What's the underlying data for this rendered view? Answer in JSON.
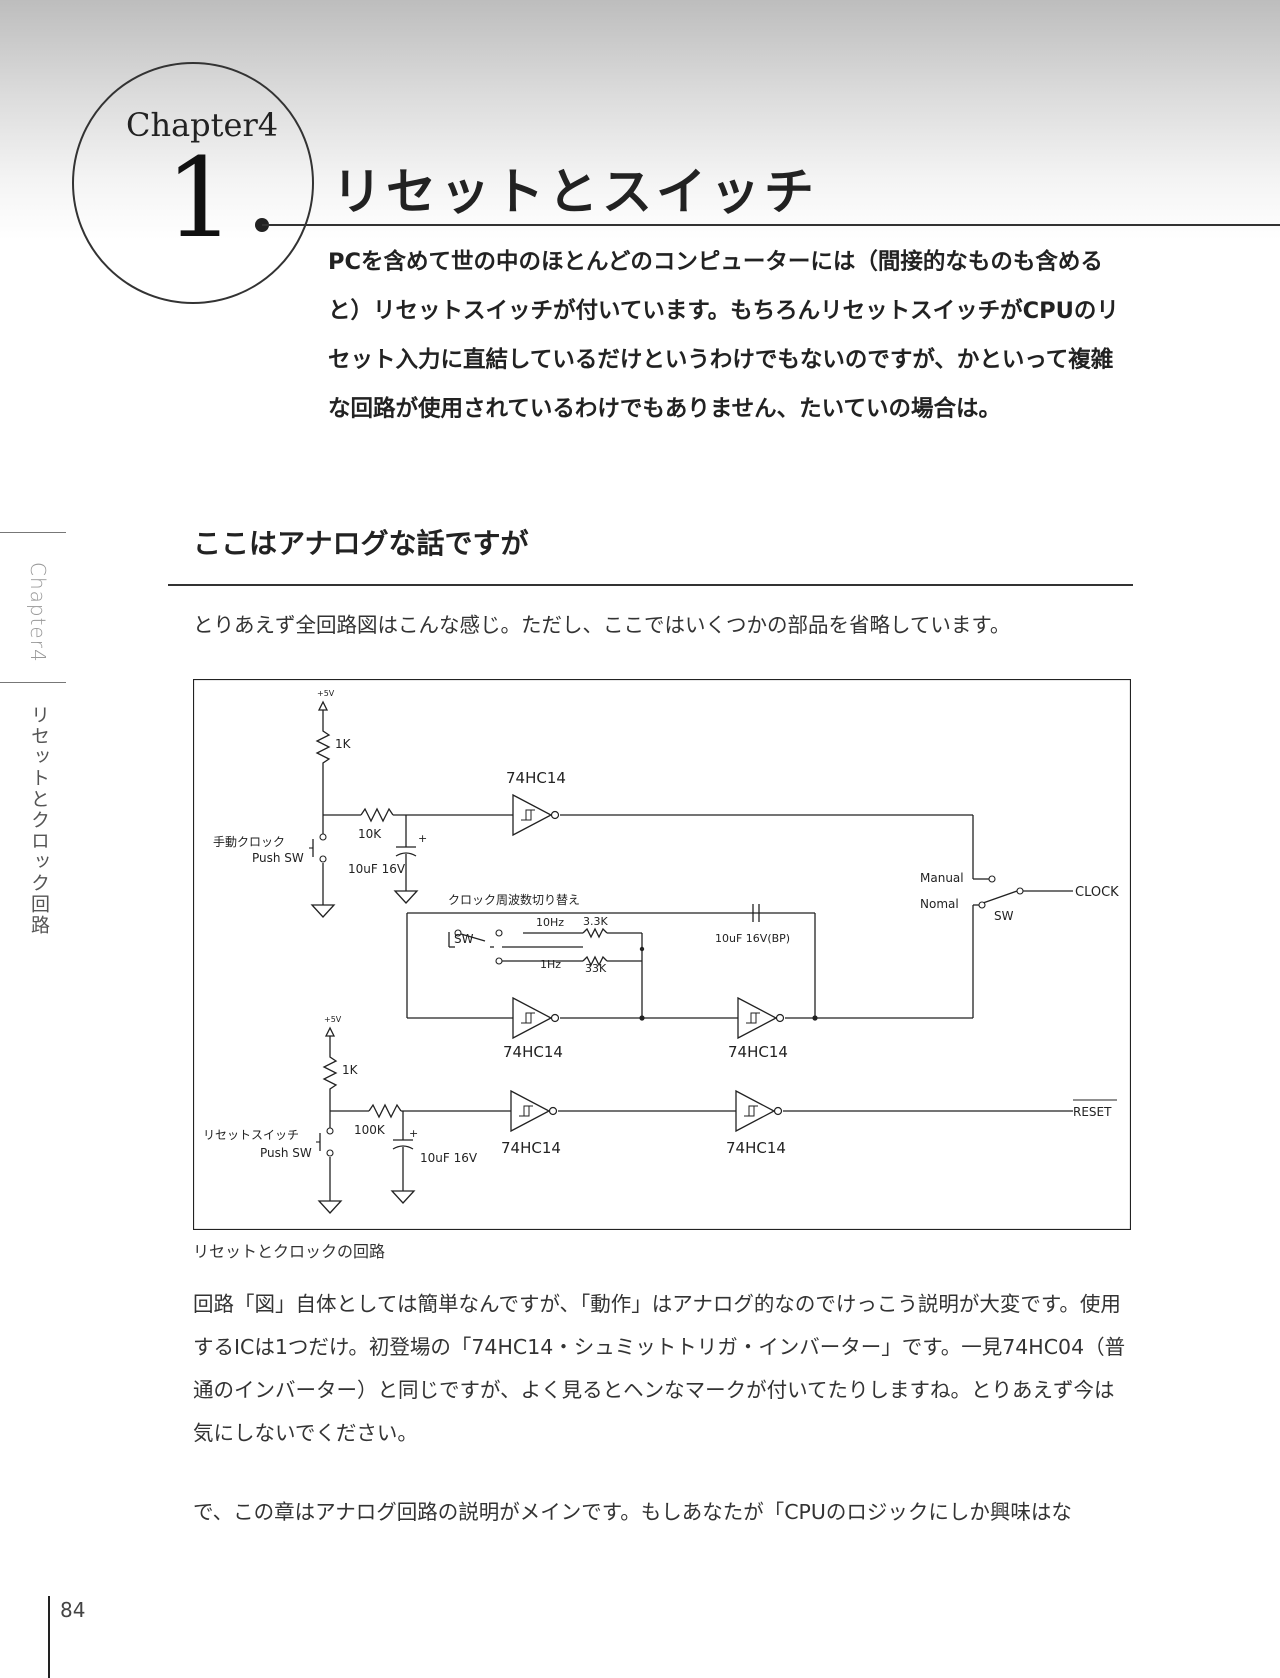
{
  "chapter": {
    "label": "Chapter4",
    "number": "1",
    "title": "リセットとスイッチ"
  },
  "intro_text": "PCを含めて世の中のほとんどのコンピューターには（間接的なものも含めると）リセットスイッチが付いています。もちろんリセットスイッチがCPUのリセット入力に直結しているだけというわけでもないのですが、かといって複雑な回路が使用されているわけでもありません、たいていの場合は。",
  "sidebar": {
    "chapter": "Chapter4",
    "title": "リセットとクロック回路"
  },
  "section": {
    "heading": "ここはアナログな話ですが",
    "lead": "とりあえず全回路図はこんな感じ。ただし、ここではいくつかの部品を省略しています。"
  },
  "schematic": {
    "labels": {
      "vcc_top": "+5V",
      "r1": "1K",
      "ic_top": "74HC14",
      "r10k": "10K",
      "cap_top": "10uF 16V",
      "manual_clock": "手動クロック",
      "push_sw_top": "Push SW",
      "freq_select": "クロック周波数切り替え",
      "sw_freq": "SW",
      "hz10": "10Hz",
      "r33k_small": "3.3K",
      "hz1": "1Hz",
      "r33k": "33K",
      "cap_bp": "10uF 16V(BP)",
      "manual": "Manual",
      "nomal": "Nomal",
      "sw_out": "SW",
      "clock": "CLOCK",
      "ic_osc1": "74HC14",
      "ic_osc2": "74HC14",
      "vcc_bottom": "+5V",
      "r2": "1K",
      "reset_switch": "リセットスイッチ",
      "push_sw_bottom": "Push SW",
      "r100k": "100K",
      "cap_bottom": "10uF 16V",
      "ic_reset1": "74HC14",
      "ic_reset2": "74HC14",
      "reset": "RESET"
    },
    "caption": "リセットとクロックの回路"
  },
  "paragraphs": [
    "回路「図」自体としては簡単なんですが、「動作」はアナログ的なのでけっこう説明が大変です。使用するICは1つだけ。初登場の「74HC14・シュミットトリガ・インバーター」です。一見74HC04（普通のインバーター）と同じですが、よく見るとヘンなマークが付いてたりしますね。とりあえず今は気にしないでください。",
    "で、この章はアナログ回路の説明がメインです。もしあなたが「CPUのロジックにしか興味はな"
  ],
  "page_number": "84"
}
